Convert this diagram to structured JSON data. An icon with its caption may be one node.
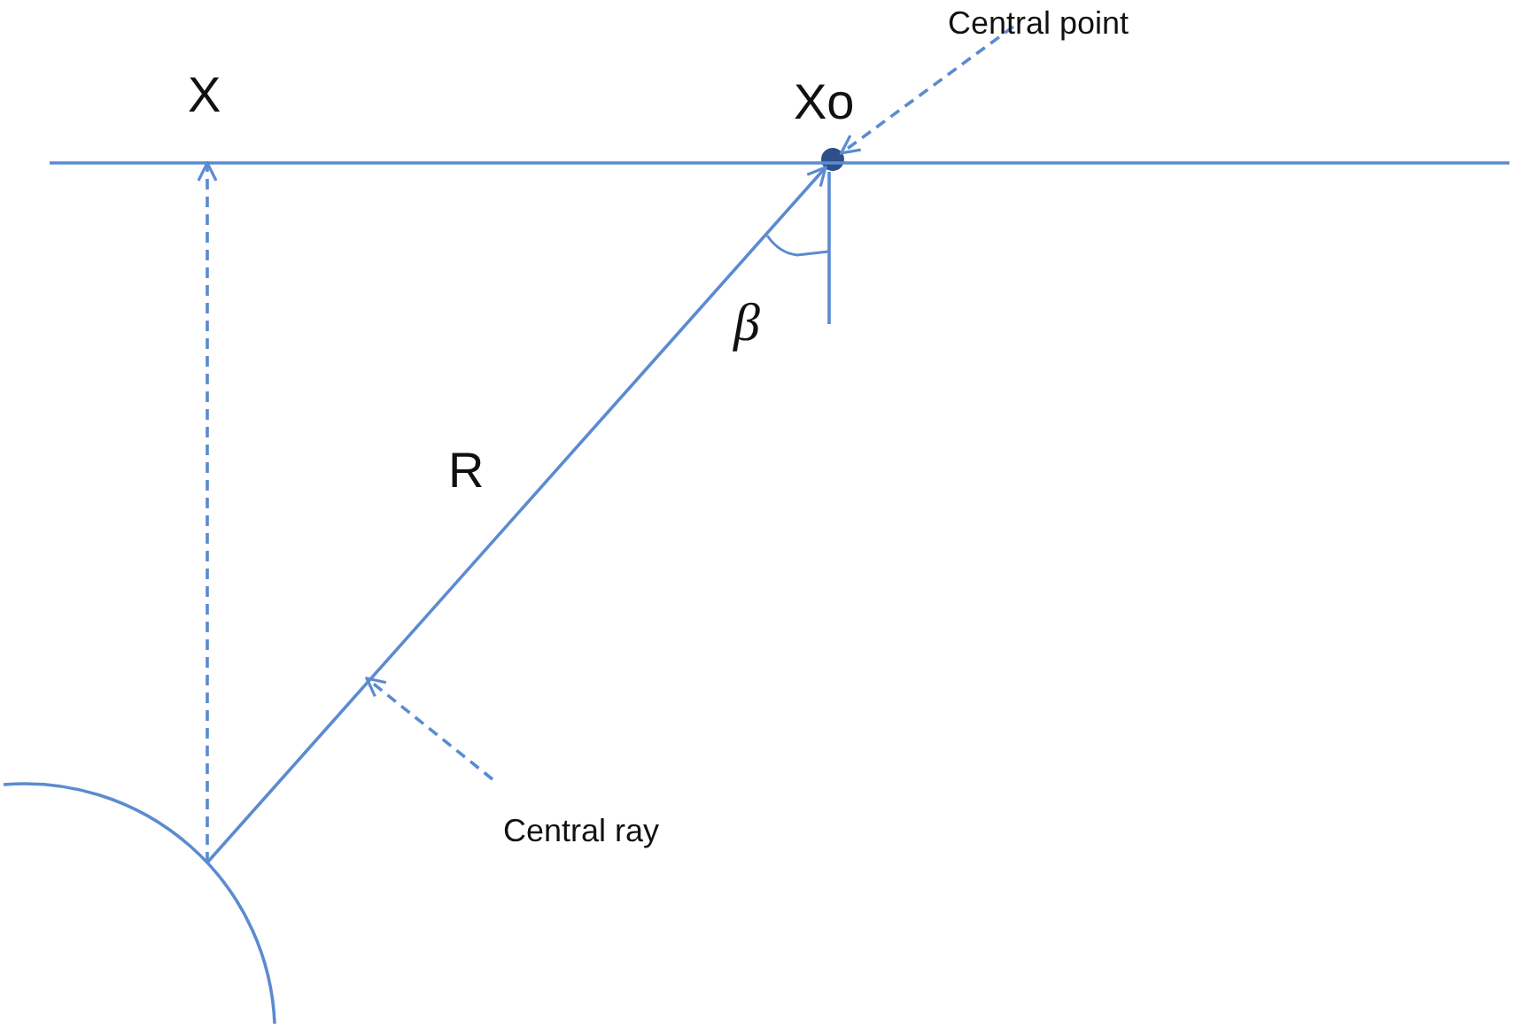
{
  "diagram": {
    "nodes": [
      {
        "text": [
          "Central point"
        ]
      },
      {
        "text": [],
        "shape": "circle",
        "beside": [
          "Xo"
        ]
      },
      {
        "text": [
          "Central ray"
        ]
      },
      {
        "text": [],
        "shape": "circle"
      },
      {
        "text": [],
        "shape": "line"
      }
    ],
    "edges": [
      {
        "from": 0,
        "to": 1,
        "arrow": "to",
        "style": "dashed"
      },
      {
        "from": 3,
        "to": 1,
        "arrow": "to",
        "label": "R"
      },
      {
        "from": 2,
        "to": null,
        "arrow": "to",
        "style": "dashed"
      },
      {
        "from": 3,
        "to": 4,
        "arrow": "to",
        "style": "dashed"
      }
    ],
    "labels": [
      "X",
      "β"
    ]
  }
}
